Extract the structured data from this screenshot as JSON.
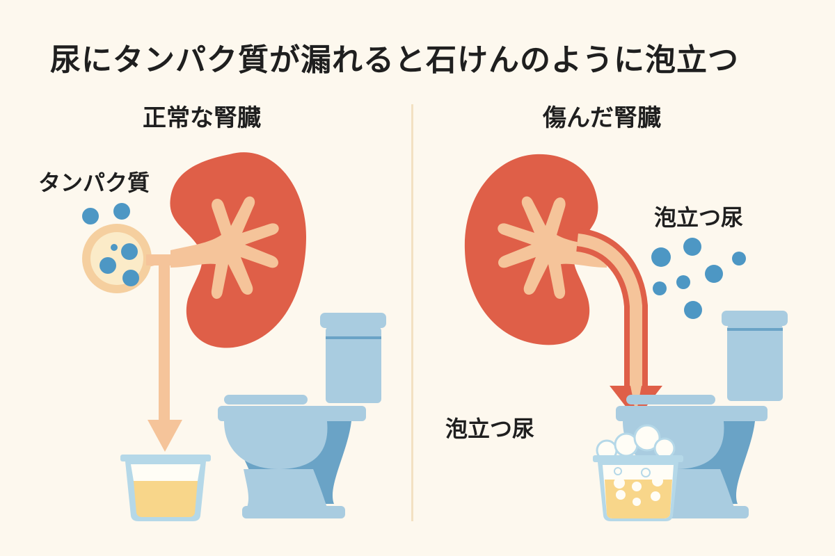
{
  "title": "尿にタンパク質が漏れると石けんのように泡立つ",
  "panels": {
    "left": {
      "heading": "正常な腎臓",
      "label_protein": "タンパク質"
    },
    "right": {
      "heading": "傷んだ腎臓",
      "label_foam_top": "泡立つ尿",
      "label_foam_bottom": "泡立つ尿"
    }
  },
  "colors": {
    "background": "#fdf8ee",
    "kidney": "#df5f48",
    "kidney_inner": "#f5c49a",
    "protein_dot": "#4d97c4",
    "toilet_light": "#a9cce0",
    "toilet_dark": "#6aa3c6",
    "urine": "#f8d68a",
    "divider": "#f3e1c2"
  }
}
